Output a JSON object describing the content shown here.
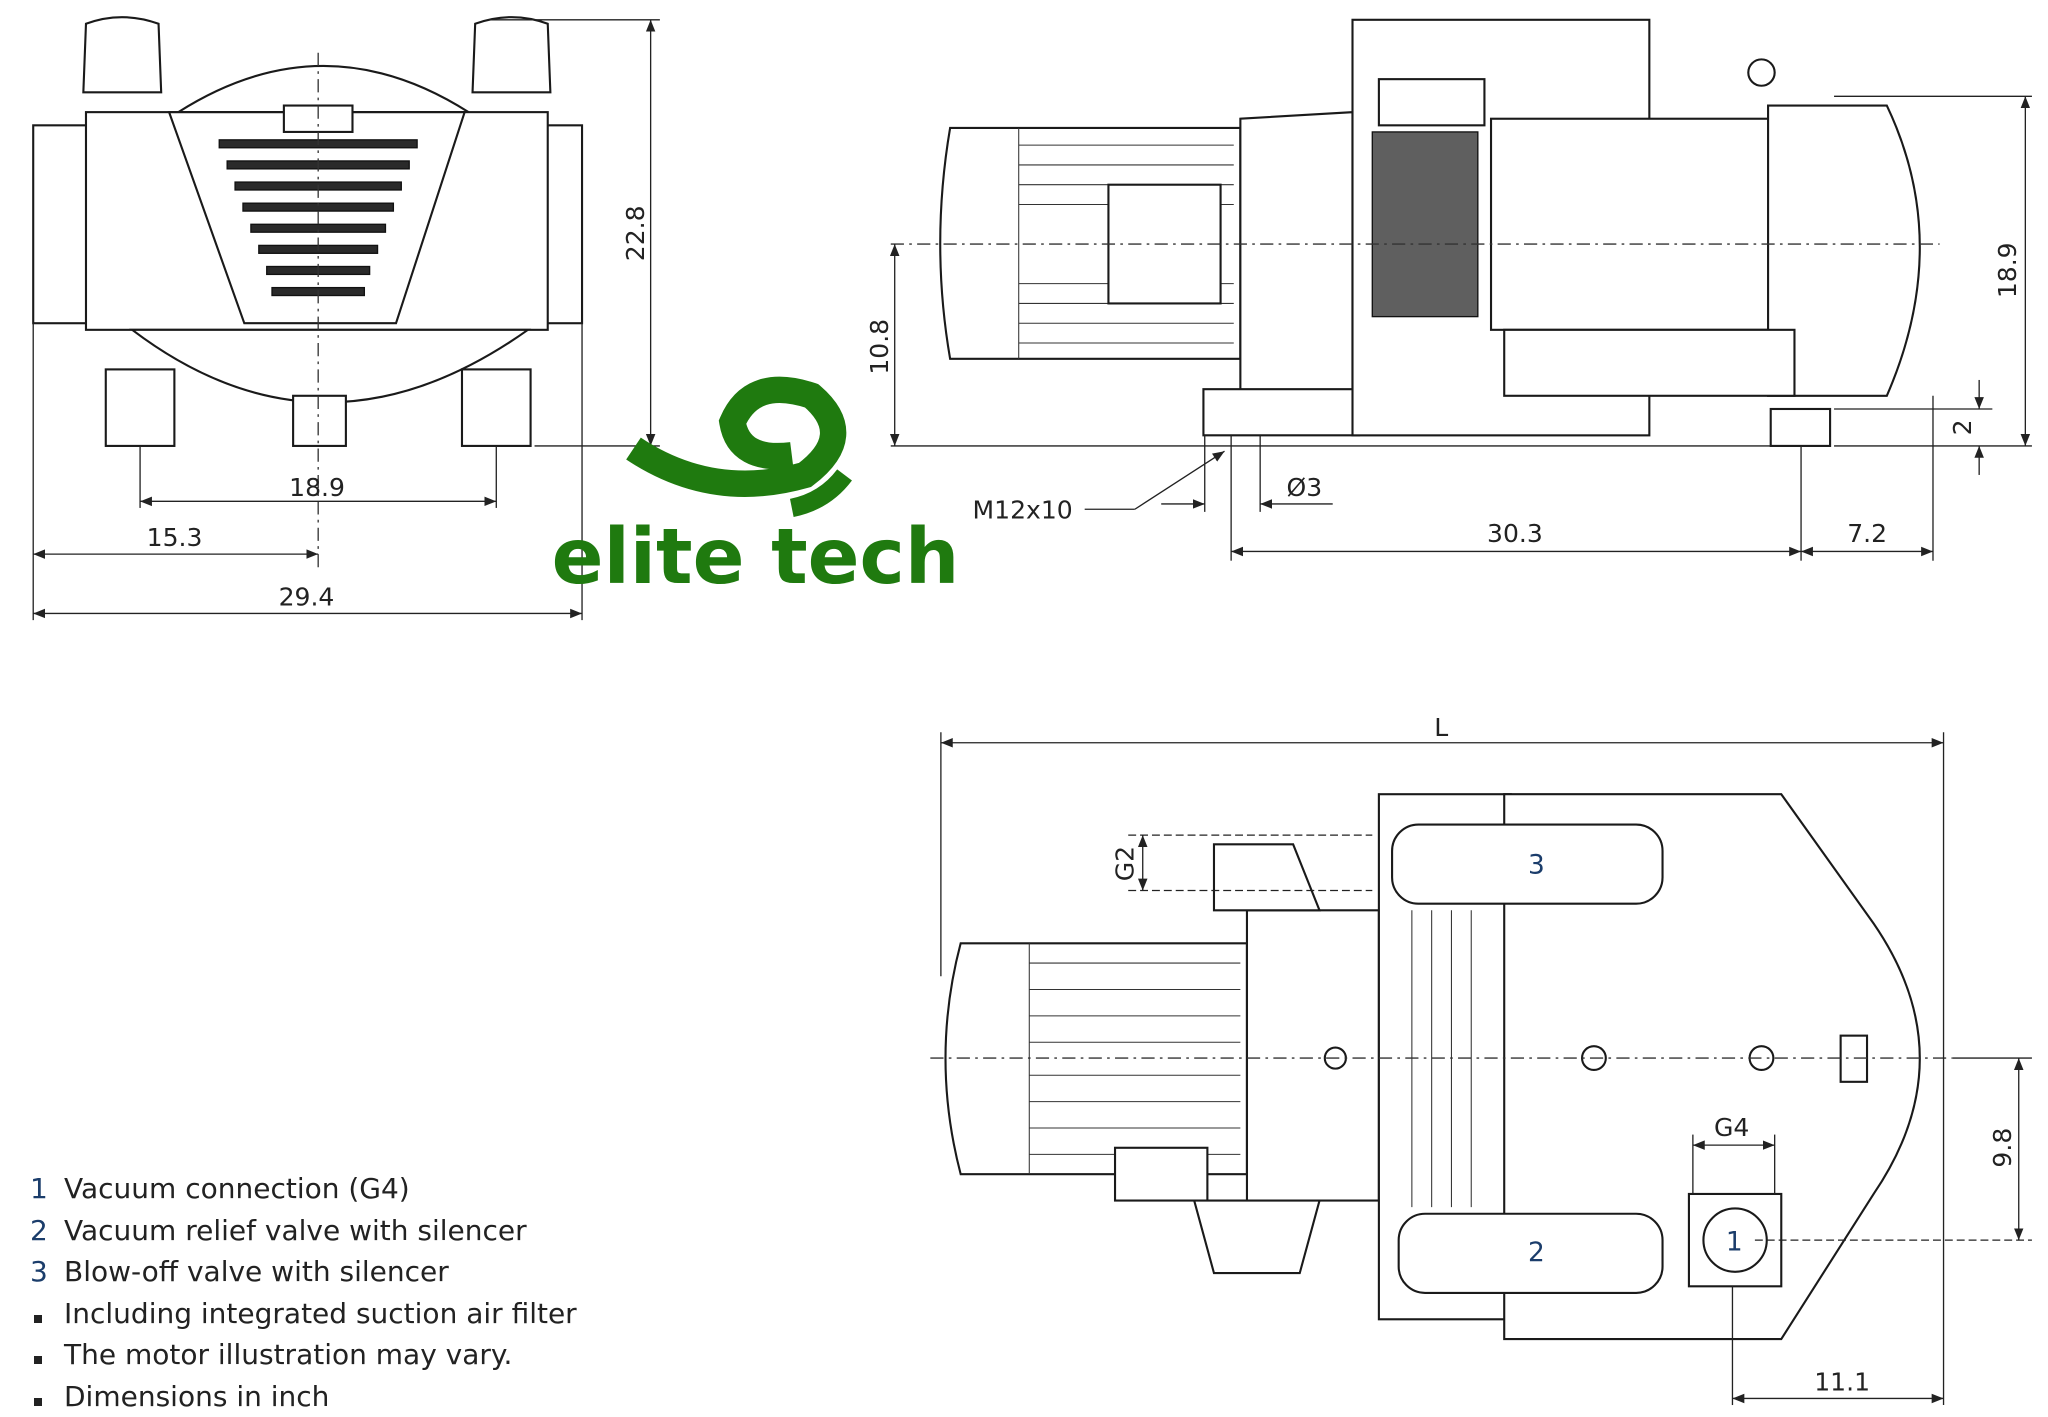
{
  "logo": {
    "text": "elite tech",
    "color": "#1f7a0f"
  },
  "front_view": {
    "dims": {
      "height": "22.8",
      "feet_span": "18.9",
      "half_width": "15.3",
      "width": "29.4"
    }
  },
  "side_view": {
    "dims": {
      "axis_height": "10.8",
      "total_height": "18.9",
      "foot": "2",
      "thread": "M12x10",
      "hole": "Ø3",
      "foot_spacing": "30.3",
      "overhang": "7.2"
    }
  },
  "bottom_view": {
    "dims": {
      "length": "L",
      "g2": "G2",
      "g4": "G4",
      "port_offset": "9.8",
      "port_end": "11.1"
    },
    "callouts": [
      "1",
      "2",
      "3"
    ]
  },
  "legend": [
    {
      "marker": "1",
      "text": "Vacuum connection (G4)"
    },
    {
      "marker": "2",
      "text": "Vacuum relief valve with silencer"
    },
    {
      "marker": "3",
      "text": "Blow-off valve with silencer"
    },
    {
      "marker": "bullet",
      "text": "Including integrated suction air filter"
    },
    {
      "marker": "bullet",
      "text": "The motor illustration may vary."
    },
    {
      "marker": "bullet",
      "text": "Dimensions in inch"
    }
  ],
  "colors": {
    "callout": "#1b3d6b",
    "lines": "#222222"
  }
}
